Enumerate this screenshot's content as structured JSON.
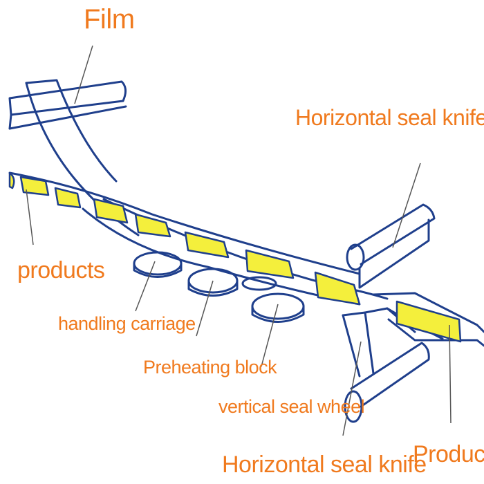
{
  "diagram": {
    "labels": {
      "film": "Film",
      "horizontal_seal_knife_top": "Horizontal seal knife",
      "products": "products",
      "handling_carriage": "handling carriage",
      "preheating_block": "Preheating block",
      "vertical_seal_wheel": "vertical seal wheel",
      "horizontal_seal_knife_bottom": "Horizontal seal knife",
      "product": "Product"
    },
    "colors": {
      "outline": "#1f3f8c",
      "label": "#f07a1e",
      "product_fill": "#f4ef3c",
      "leader_line": "#555555"
    }
  }
}
